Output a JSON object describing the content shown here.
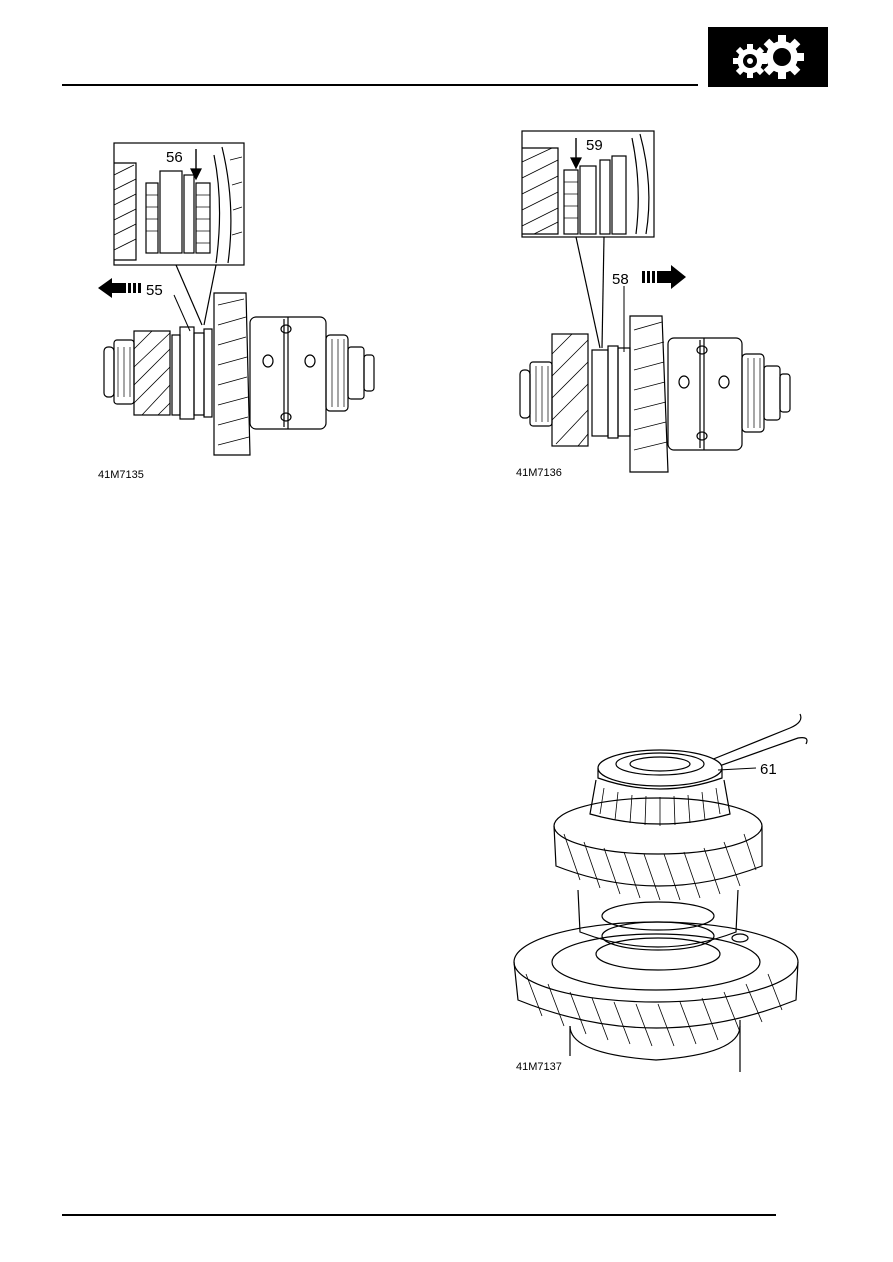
{
  "page": {
    "badge_icon": "gears-icon",
    "colors": {
      "ink": "#000000",
      "paper": "#ffffff"
    }
  },
  "figures": [
    {
      "ref": "41M7135",
      "callouts": [
        "56",
        "55"
      ]
    },
    {
      "ref": "41M7136",
      "callouts": [
        "59",
        "58"
      ]
    },
    {
      "ref": "41M7137",
      "callouts": [
        "61"
      ]
    }
  ]
}
